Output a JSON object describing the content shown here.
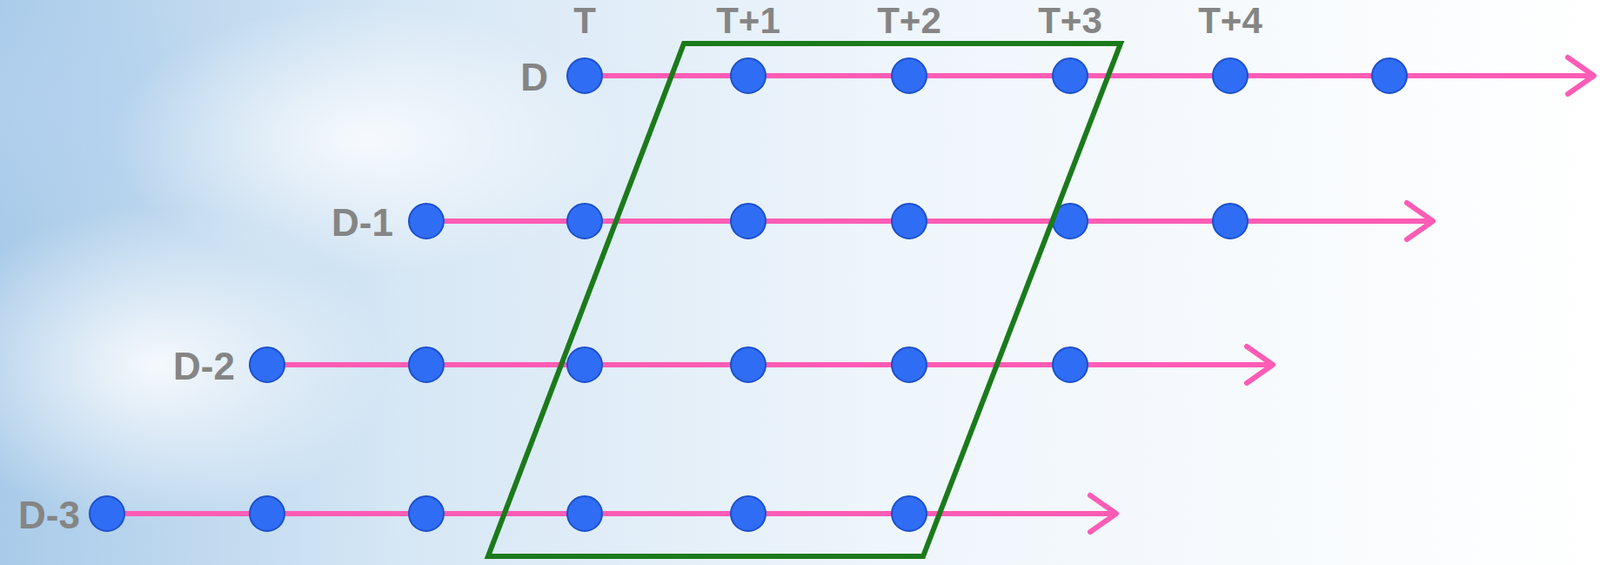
{
  "diagram": {
    "labels": [
      "T",
      "T+1",
      "T+2",
      "T+3",
      "T+4",
      "D",
      "D-1",
      "D-2",
      "D-3"
    ]
  }
}
